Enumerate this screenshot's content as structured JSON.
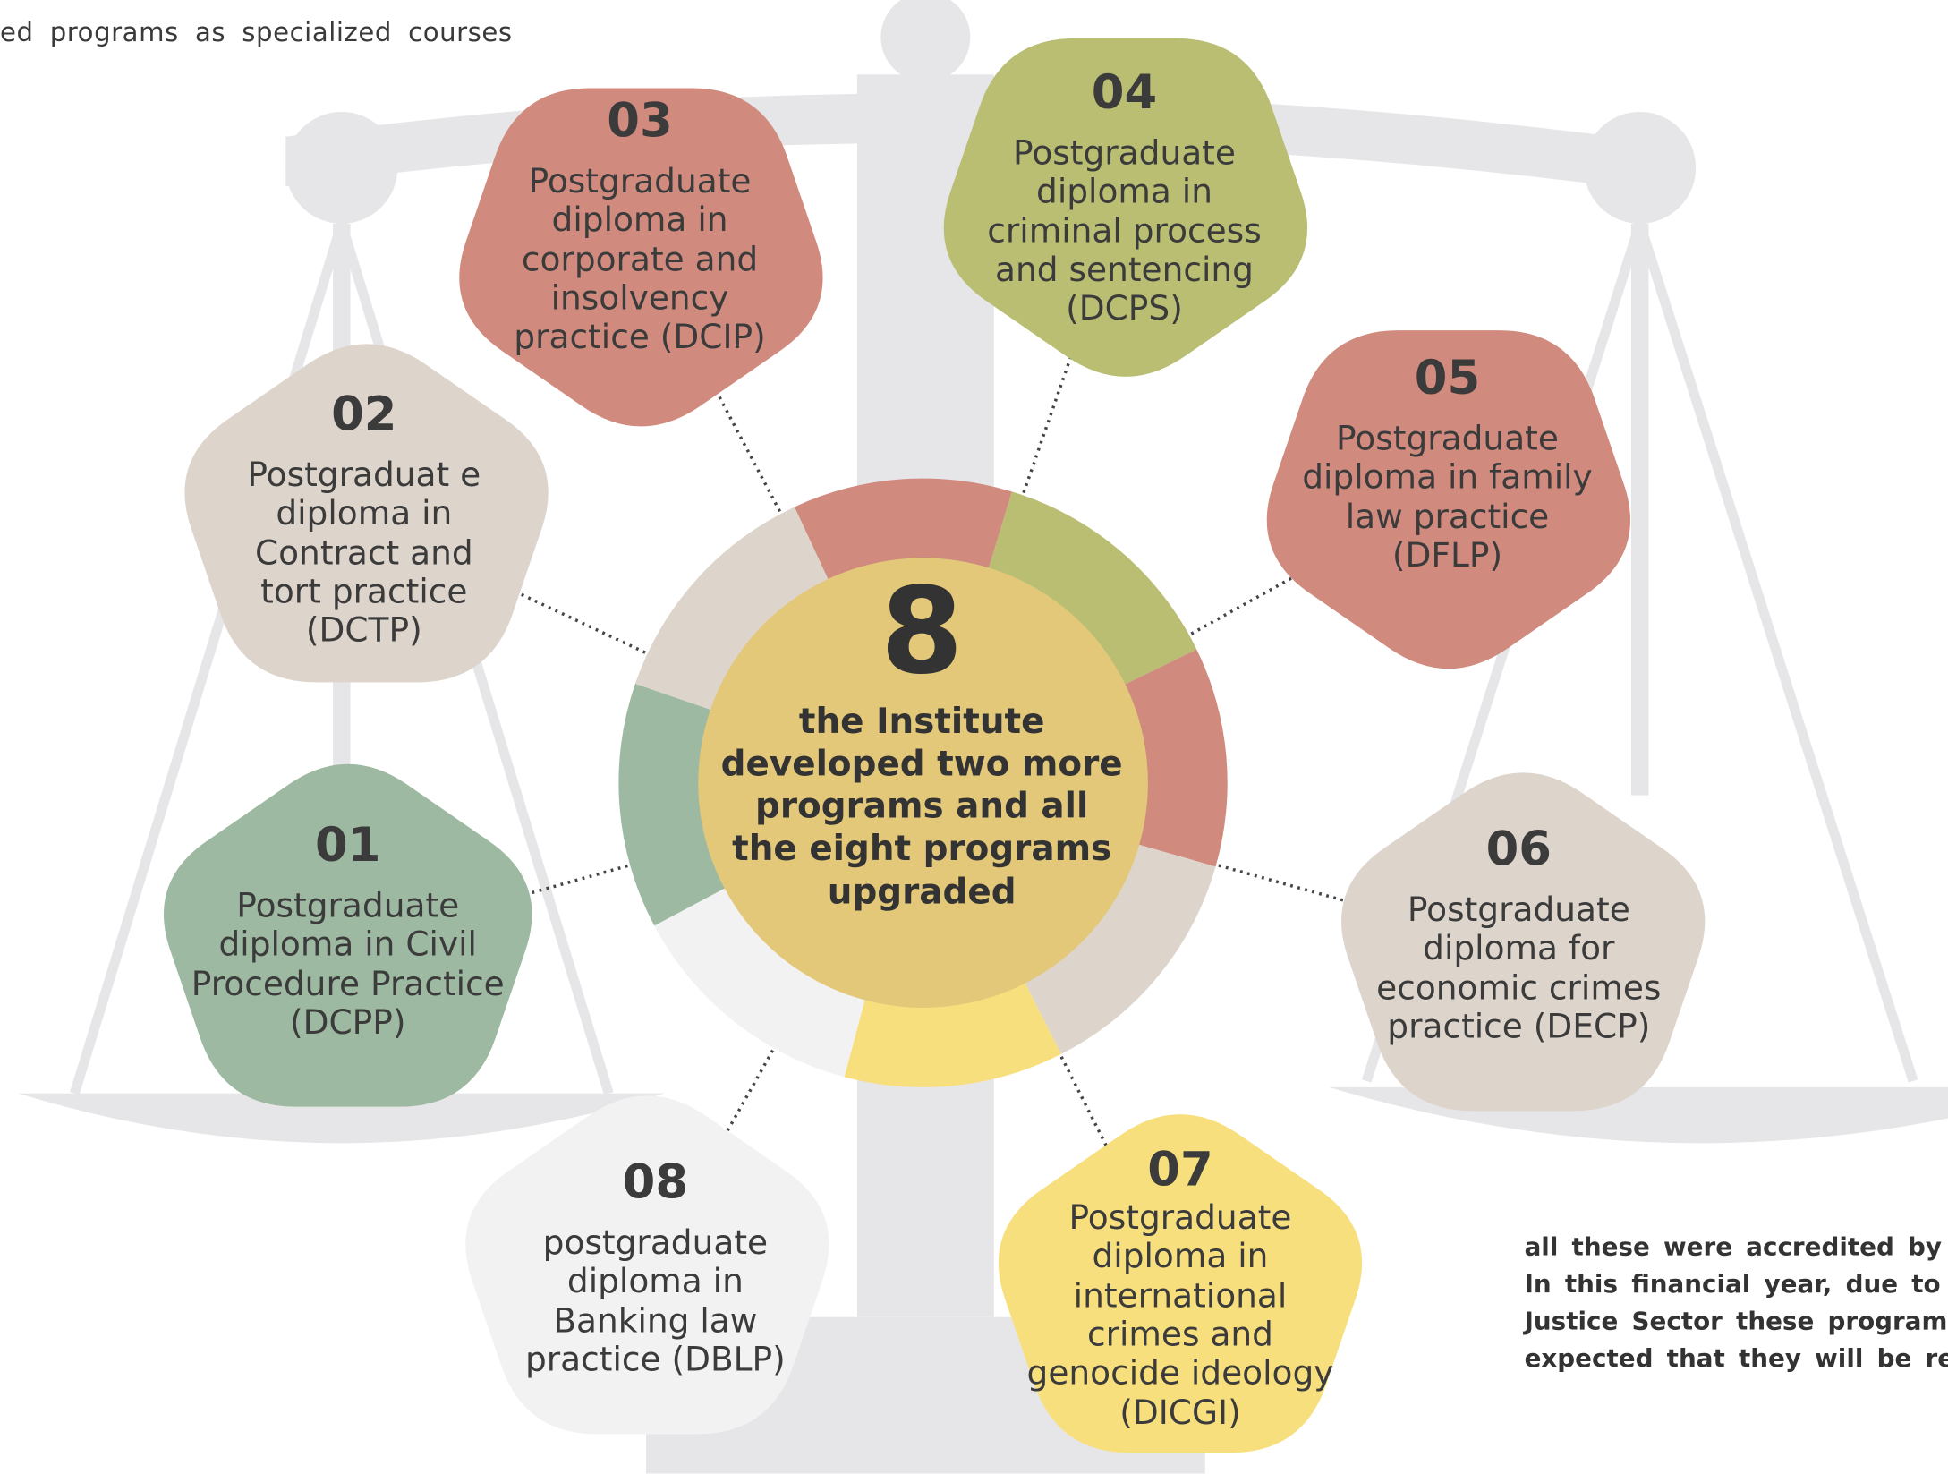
{
  "header_fragment": "ed programs as specialized courses",
  "center": {
    "number": "8",
    "text": "the Institute developed two more programs and all the eight programs upgraded"
  },
  "programs": [
    {
      "num": "01",
      "text": "Postgraduate diploma in Civil Procedure Practice (DCPP)"
    },
    {
      "num": "02",
      "text": "Postgraduat e diploma in Contract and tort practice (DCTP)"
    },
    {
      "num": "03",
      "text": "Postgraduate diploma in corporate and insolvency practice (DCIP)"
    },
    {
      "num": "04",
      "text": "Postgraduate diploma in criminal process and sentencing (DCPS)"
    },
    {
      "num": "05",
      "text": "Postgraduate diploma in family law practice (DFLP)"
    },
    {
      "num": "06",
      "text": "Postgraduate diploma for economic crimes practice (DECP)"
    },
    {
      "num": "07",
      "text": "Postgraduate diploma in international crimes and genocide ideology (DICGI)"
    },
    {
      "num": "08",
      "text": "postgraduate diploma in Banking law practice (DBLP)"
    }
  ],
  "footer_lines": [
    "all these were accredited by HE",
    "In this financial year, due to",
    "Justice Sector these program",
    "expected that they will be resu"
  ],
  "colors": {
    "red": "#d08b7e",
    "olive": "#b9be73",
    "beige": "#ddd4cb",
    "green": "#9eb9a2",
    "light_gray": "#f2f2f2",
    "yellow": "#f8df7e",
    "center": "#e3c87a",
    "scale_bg": "#e6e6e8"
  },
  "ring_segments": [
    {
      "color": "red",
      "sweep_deg": 42
    },
    {
      "color": "olive",
      "sweep_deg": 47
    },
    {
      "color": "red",
      "sweep_deg": 42
    },
    {
      "color": "beige",
      "sweep_deg": 47
    },
    {
      "color": "yellow",
      "sweep_deg": 42
    },
    {
      "color": "light_gray",
      "sweep_deg": 47
    },
    {
      "color": "green",
      "sweep_deg": 47
    },
    {
      "color": "beige",
      "sweep_deg": 46
    }
  ]
}
